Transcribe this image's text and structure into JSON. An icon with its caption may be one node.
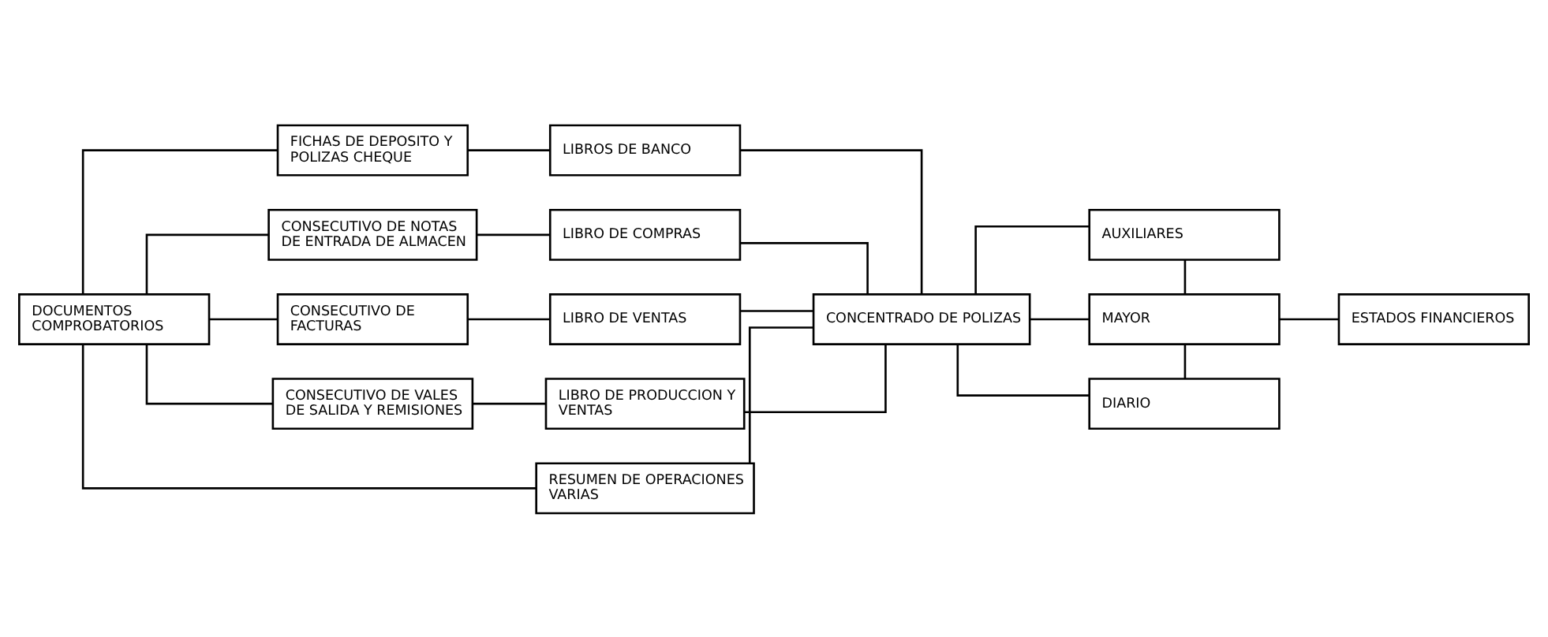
{
  "diagram": {
    "nodes": [
      {
        "text": [
          "DOCUMENTOS COMPROBATORIOS"
        ]
      },
      {
        "text": [
          "FICHAS DE DEPOSITO Y POLIZAS CHEQUE"
        ]
      },
      {
        "text": [
          "LIBROS DE BANCO"
        ]
      },
      {
        "text": [
          "CONSECUTIVO DE NOTAS DE ENTRADA DE ALMACEN"
        ]
      },
      {
        "text": [
          "LIBRO DE COMPRAS"
        ]
      },
      {
        "text": [
          "CONSECUTIVO DE FACTURAS"
        ]
      },
      {
        "text": [
          "LIBRO DE VENTAS"
        ]
      },
      {
        "text": [
          "CONSECUTIVO DE VALES DE SALIDA Y REMISIONES"
        ]
      },
      {
        "text": [
          "LIBRO DE PRODUCCION Y VENTAS"
        ]
      },
      {
        "text": [
          "RESUMEN DE OPERACIONES VARIAS"
        ]
      },
      {
        "text": [
          "CONCENTRADO DE POLIZAS"
        ]
      },
      {
        "text": [
          "AUXILIARES"
        ]
      },
      {
        "text": [
          "MAYOR"
        ]
      },
      {
        "text": [
          "DIARIO"
        ]
      },
      {
        "text": [
          "ESTADOS FINANCIEROS"
        ]
      }
    ],
    "edges": [
      {
        "from": 0,
        "to": 1,
        "arrow": "none"
      },
      {
        "from": 0,
        "to": 3,
        "arrow": "none"
      },
      {
        "from": 0,
        "to": 5,
        "arrow": "none"
      },
      {
        "from": 0,
        "to": 7,
        "arrow": "none"
      },
      {
        "from": 0,
        "to": 9,
        "arrow": "none"
      },
      {
        "from": 1,
        "to": 2,
        "arrow": "none"
      },
      {
        "from": 3,
        "to": 4,
        "arrow": "none"
      },
      {
        "from": 5,
        "to": 6,
        "arrow": "none"
      },
      {
        "from": 7,
        "to": 8,
        "arrow": "none"
      },
      {
        "from": 2,
        "to": 10,
        "arrow": "none"
      },
      {
        "from": 4,
        "to": 10,
        "arrow": "none"
      },
      {
        "from": 6,
        "to": 10,
        "arrow": "none"
      },
      {
        "from": 8,
        "to": 10,
        "arrow": "none"
      },
      {
        "from": 9,
        "to": 10,
        "arrow": "none"
      },
      {
        "from": 10,
        "to": 11,
        "arrow": "none"
      },
      {
        "from": 10,
        "to": 12,
        "arrow": "none"
      },
      {
        "from": 10,
        "to": 13,
        "arrow": "none"
      },
      {
        "from": 11,
        "to": 12,
        "arrow": "none"
      },
      {
        "from": 12,
        "to": 13,
        "arrow": "none"
      },
      {
        "from": 12,
        "to": 14,
        "arrow": "none"
      }
    ]
  }
}
